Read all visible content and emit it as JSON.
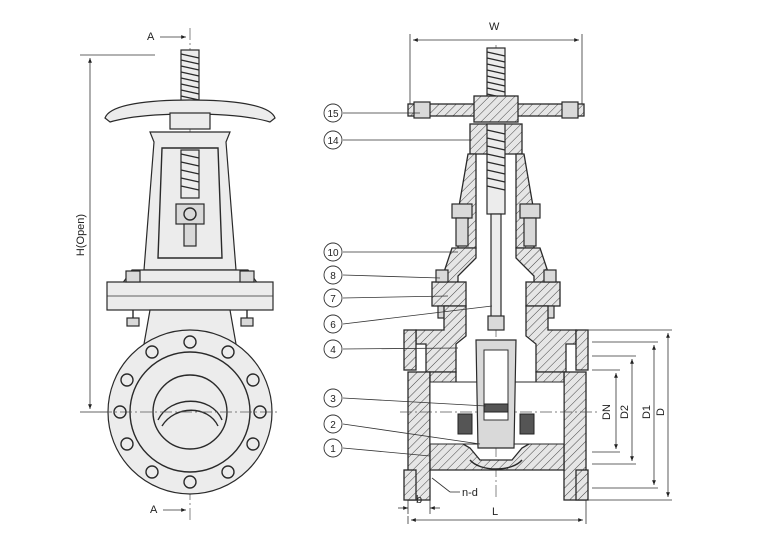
{
  "labels": {
    "section_top": "A",
    "section_bottom": "A",
    "h_open": "H(Open)",
    "w": "W",
    "b": "b",
    "nd": "n-d",
    "l": "L",
    "dn": "DN",
    "d2": "D2",
    "d1": "D1",
    "d": "D"
  },
  "callouts": [
    "15",
    "14",
    "10",
    "8",
    "7",
    "6",
    "4",
    "3",
    "2",
    "1"
  ]
}
